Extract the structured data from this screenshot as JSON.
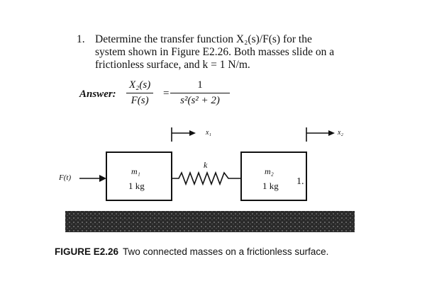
{
  "problem": {
    "number": "1.",
    "lines": [
      "Determine the transfer function X₂(s)/F(s) for the",
      "system shown in Figure E2.26. Both masses slide on a",
      "frictionless surface, and k = 1 N/m."
    ]
  },
  "answer": {
    "label": "Answer:",
    "lhs_num": "X₂(s)",
    "lhs_den": "F(s)",
    "equals": "=",
    "rhs_num": "1",
    "rhs_den": "s²(s² + 2)"
  },
  "figure": {
    "force_label": "F(t)",
    "mass1_symbol": "m₁",
    "mass1_value": "1 kg",
    "spring_label": "k",
    "mass2_symbol": "m₂",
    "mass2_value": "1 kg",
    "x1_label": "x₁",
    "x2_label": "x₂",
    "stray_number": "1."
  },
  "caption": {
    "label": "FIGURE E2.26",
    "text": "Two connected masses on a frictionless surface."
  }
}
